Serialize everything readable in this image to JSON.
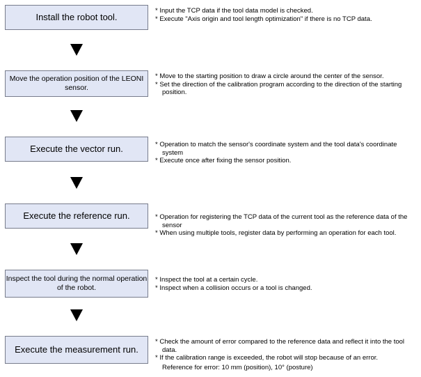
{
  "steps": [
    {
      "label": "Install the robot tool.",
      "notes": [
        "* Input the TCP data if the tool data model is checked.",
        "* Execute \"Axis origin and tool length optimization\" if there is no TCP data."
      ]
    },
    {
      "label": "Move the operation position of the LEONI sensor.",
      "notes": [
        "* Move to the starting position to draw a circle around the center of the sensor.",
        "* Set the direction of the calibration program according to the direction of the starting position."
      ]
    },
    {
      "label": "Execute the vector run.",
      "notes": [
        "* Operation to match the sensor's coordinate system and the tool data's coordinate system",
        "* Execute once after fixing the sensor position."
      ]
    },
    {
      "label": "Execute the reference run.",
      "notes": [
        "* Operation for registering the TCP data of the current tool as the reference data of the sensor",
        "* When using multiple tools, register data by performing an operation for each tool."
      ]
    },
    {
      "label": "Inspect the tool during the normal operation of the robot.",
      "notes": [
        "* Inspect the tool at a certain cycle.",
        "* Inspect when a collision occurs or a tool is changed."
      ]
    },
    {
      "label": "Execute the measurement run.",
      "notes": [
        "* Check the amount of error compared to the reference data and reflect it into the tool data.",
        "* If the calibration range is exceeded, the robot will stop because of an error."
      ],
      "extra": "Reference for error: 10 mm (position), 10°  (posture)"
    }
  ]
}
